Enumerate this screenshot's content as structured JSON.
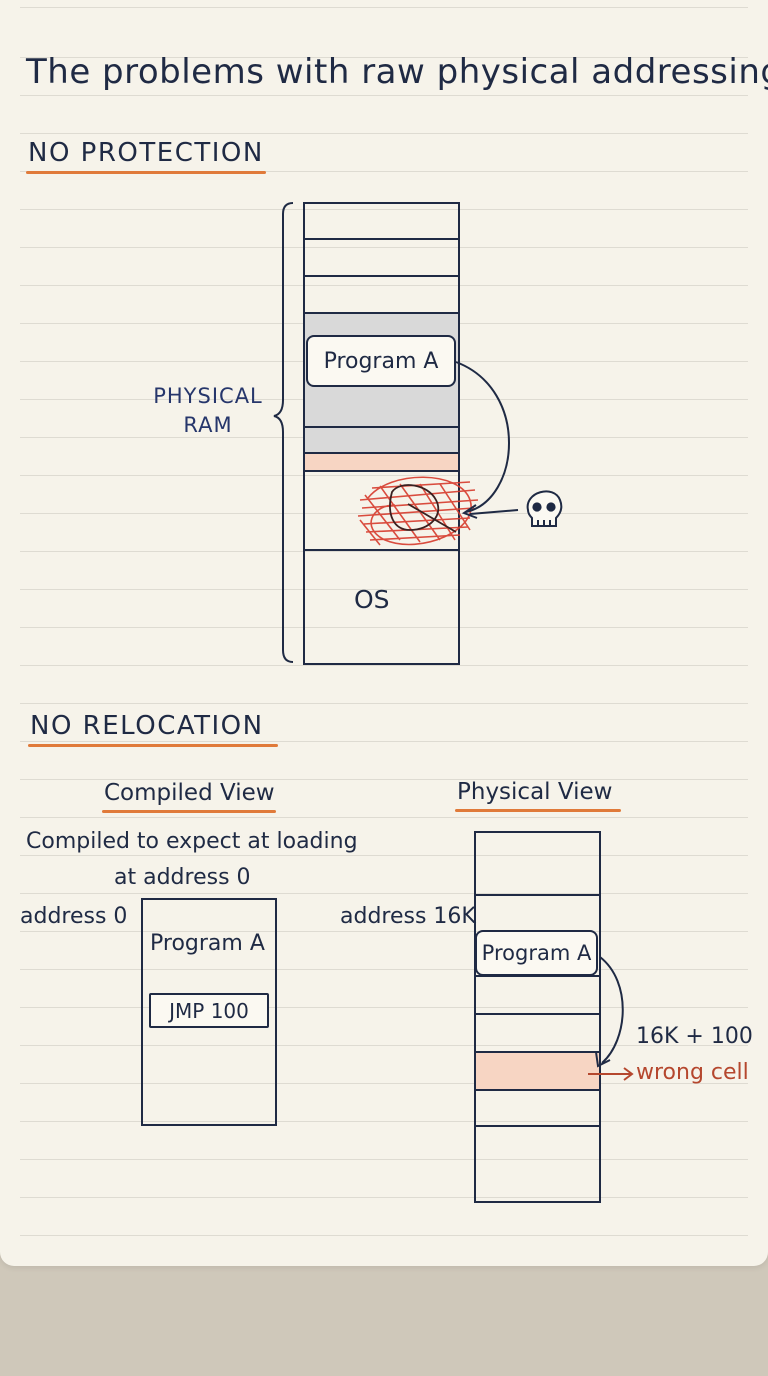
{
  "title": "The problems with raw physical addressing",
  "sections": {
    "no_protection": "NO PROTECTION",
    "no_relocation": "NO RELOCATION"
  },
  "protection": {
    "ram_label_line1": "PHYSICAL",
    "ram_label_line2": "RAM",
    "program_label": "Program A",
    "os_label": "OS",
    "crash_icon": "skull-icon"
  },
  "relocation": {
    "compiled_heading": "Compiled View",
    "physical_heading": "Physical View",
    "note_line1": "Compiled to expect at loading",
    "note_line2": "at address 0",
    "compiled_address": "address 0",
    "physical_address": "address 16K",
    "program_label": "Program A",
    "instruction": "JMP 100",
    "target_calc": "16K + 100",
    "wrong_label": "wrong cell"
  },
  "colors": {
    "ink": "#1f2a44",
    "accent_underline": "#e07a3a",
    "scribble": "#d63a2c",
    "wrong": "#b5472e",
    "peach": "#f7d5c3",
    "gray": "#d9d9d9"
  }
}
